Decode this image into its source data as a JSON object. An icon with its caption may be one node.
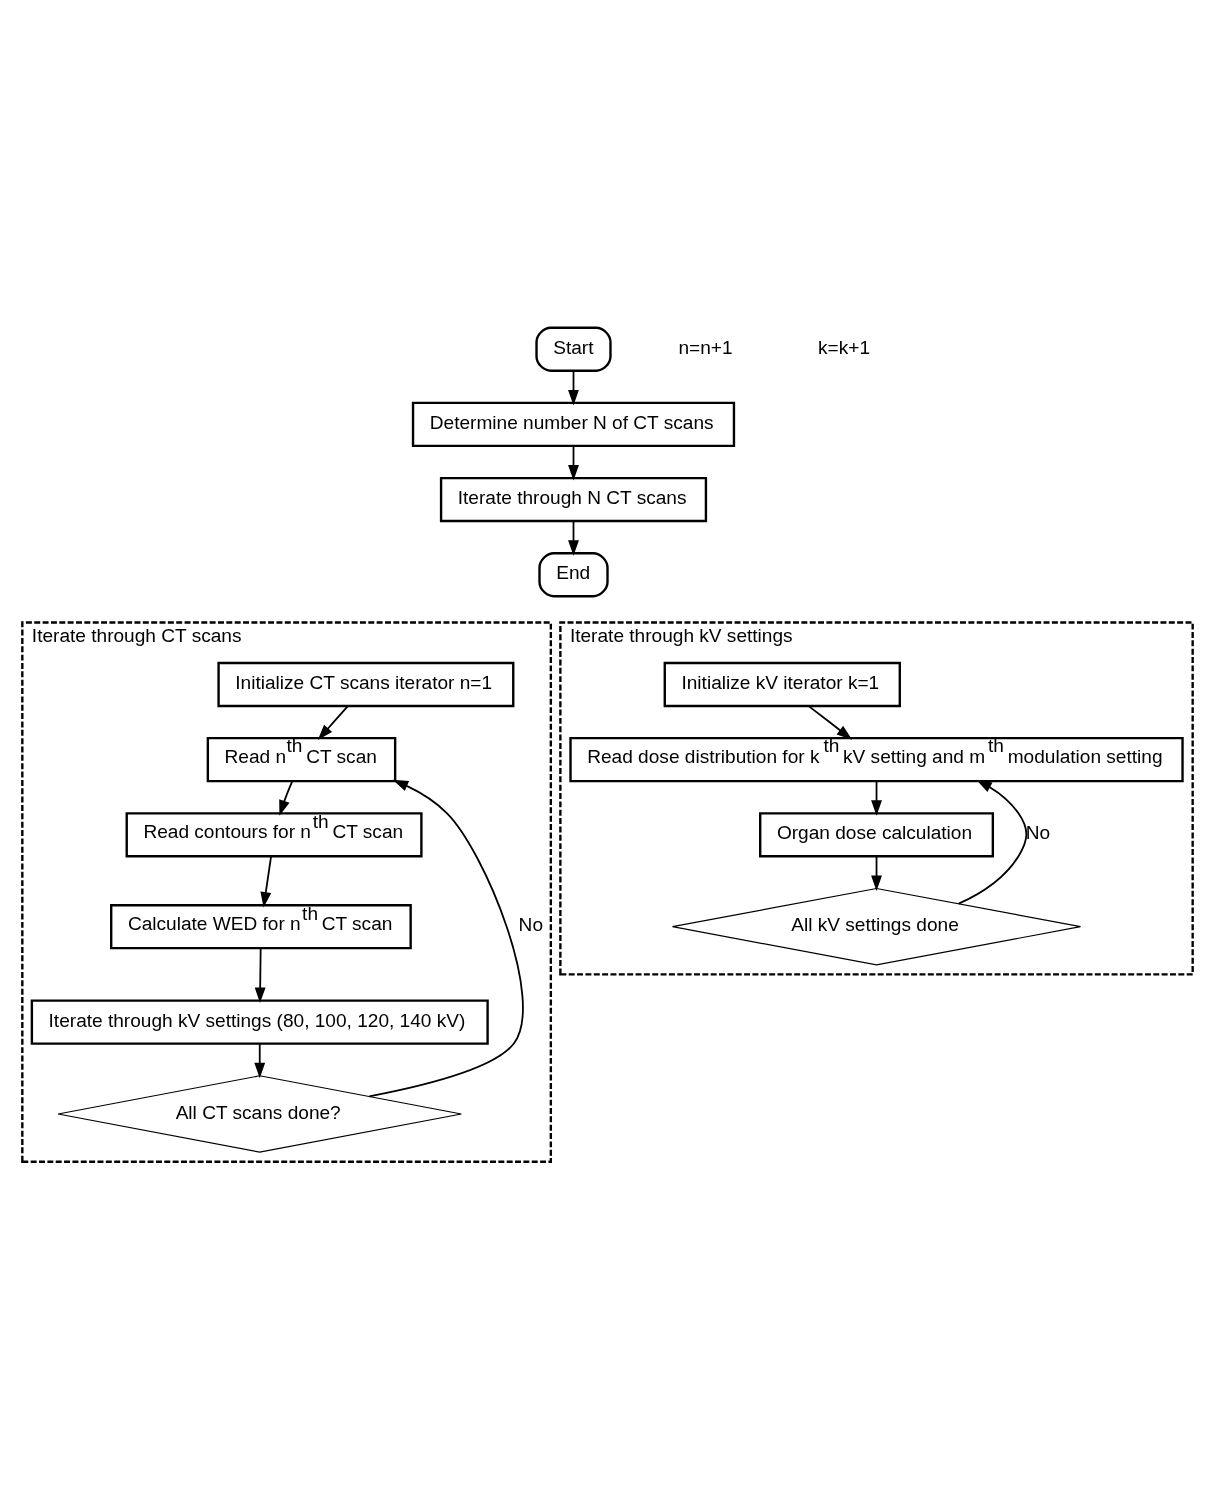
{
  "diagram": {
    "nodes": [
      {
        "text": [
          "Start"
        ]
      },
      {
        "text": [
          "Determine number N of CT scans"
        ]
      },
      {
        "text": [
          "Iterate through N CT scans"
        ]
      },
      {
        "text": [
          "End"
        ]
      },
      {
        "text": [
          "Iterate through CT scans"
        ]
      },
      {
        "text": [
          "Initialize CT scans iterator n=1"
        ],
        "in": 4
      },
      {
        "text": [
          "Read n$^{th}$ CT scan"
        ],
        "in": 4
      },
      {
        "text": [
          "Read contours for n$^{th}$ CT scan"
        ],
        "in": 4
      },
      {
        "text": [
          "Calculate WED for n$^{th}$ CT scan"
        ],
        "in": 4
      },
      {
        "text": [
          "Iterate through kV settings (80, 100, 120, 140 kV)"
        ],
        "in": 4
      },
      {
        "text": [
          "All CT scans done?"
        ],
        "in": 4
      },
      {
        "text": [
          "Iterate through kV settings"
        ]
      },
      {
        "text": [
          "Initialize kV iterator k=1"
        ],
        "in": 11
      },
      {
        "text": [
          "Read dose distribution for k$^{th}$ kV setting and m$^{th}$ modulation setting"
        ],
        "in": 11
      },
      {
        "text": [
          "Organ dose calculation"
        ],
        "in": 11
      },
      {
        "text": [
          "All kV settings done"
        ],
        "in": 11
      }
    ],
    "edges": [
      {
        "from": 0,
        "to": 1,
        "arrow": "to"
      },
      {
        "from": 1,
        "to": 2,
        "arrow": "to"
      },
      {
        "from": 2,
        "to": 3,
        "arrow": "to"
      },
      {
        "from": 5,
        "to": 6,
        "arrow": "to"
      },
      {
        "from": 6,
        "to": 7,
        "arrow": "to"
      },
      {
        "from": 7,
        "to": 8,
        "arrow": "to"
      },
      {
        "from": 8,
        "to": 9,
        "arrow": "to"
      },
      {
        "from": 9,
        "to": 10,
        "arrow": "to"
      },
      {
        "from": 10,
        "to": 6,
        "arrow": "to",
        "label": "No"
      },
      {
        "from": 12,
        "to": 13,
        "arrow": "to"
      },
      {
        "from": 13,
        "to": 14,
        "arrow": "to"
      },
      {
        "from": 14,
        "to": 15,
        "arrow": "to"
      },
      {
        "from": 15,
        "to": 13,
        "arrow": "to",
        "label": "No"
      }
    ],
    "labels": [
      "n=n+1",
      "k=k+1"
    ]
  }
}
